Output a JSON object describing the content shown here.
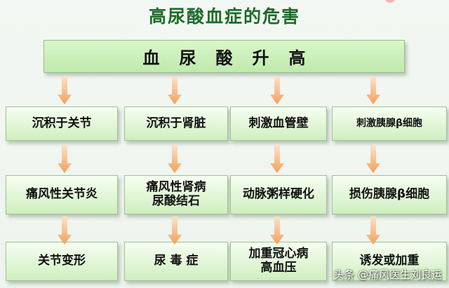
{
  "title": "高尿酸血症的危害",
  "top_box": "血尿酸升高",
  "columns": [
    {
      "row1": "沉积于关节",
      "row2": [
        "痛风性关节炎"
      ],
      "row3": [
        "关节变形"
      ]
    },
    {
      "row1": "沉积于肾脏",
      "row2": [
        "痛风性肾病",
        "尿酸结石"
      ],
      "row3": [
        "尿 毒 症"
      ]
    },
    {
      "row1": "刺激血管壁",
      "row2": [
        "动脉粥样硬化"
      ],
      "row3": [
        "加重冠心病",
        "高血压"
      ]
    },
    {
      "row1": "刺激胰腺β细胞",
      "row2": [
        "损伤胰腺β细胞"
      ],
      "row3": [
        "诱发或加重"
      ]
    }
  ],
  "watermark": "头条 @痛风医生刘良运",
  "colors": {
    "title": "#1d6b2a",
    "box_fill": "#cfeec0",
    "arrow": "#f2a15d"
  }
}
